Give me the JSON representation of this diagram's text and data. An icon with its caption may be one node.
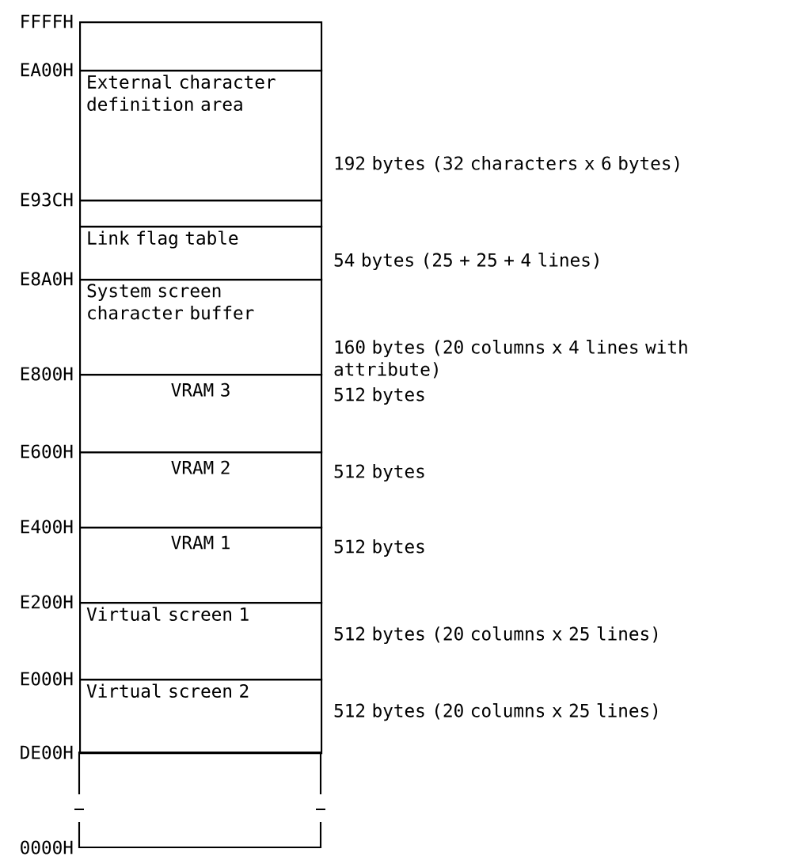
{
  "diagram": {
    "nodes": [
      {
        "text": [],
        "shape": "box"
      },
      {
        "text": [
          "External character definition area"
        ],
        "beside": [
          "192 bytes (32 characters x  6 bytes)"
        ]
      },
      {
        "text": [],
        "shape": "box"
      },
      {
        "text": [
          "Link flag table"
        ],
        "beside": [
          "54 bytes (25 + 25 + 4 lines)"
        ]
      },
      {
        "text": [
          "System screen character buffer"
        ],
        "beside": [
          "160 bytes (20 columns x 4 lines with attribute)"
        ]
      },
      {
        "text": [
          "VRAM 3"
        ],
        "beside": [
          "512 bytes"
        ]
      },
      {
        "text": [
          "VRAM 2"
        ],
        "beside": [
          "512 bytes"
        ]
      },
      {
        "text": [
          "VRAM 1"
        ],
        "beside": [
          "512 bytes"
        ]
      },
      {
        "text": [
          "Virtual screen 1"
        ],
        "beside": [
          "512 bytes (20 columns x 25 lines)"
        ]
      },
      {
        "text": [
          "Virtual screen 2"
        ],
        "beside": [
          "512 bytes (20 columns x 25 lines)"
        ]
      },
      {
        "text": [],
        "shape": "box"
      }
    ],
    "labels": [
      "FFFFH",
      "EA00H",
      "E93CH",
      "E8A0H",
      "E800H",
      "E600H",
      "E400H",
      "E200H",
      "E000H",
      "DE00H",
      "0000H"
    ]
  }
}
